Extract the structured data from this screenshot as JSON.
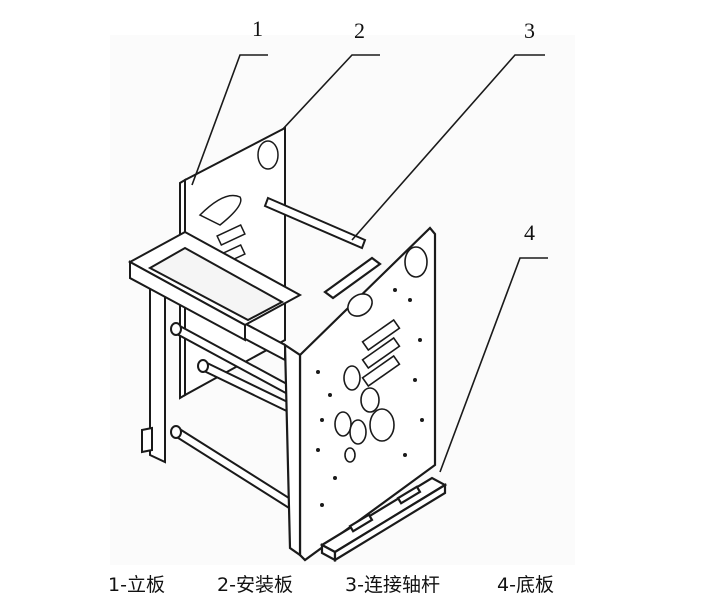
{
  "callouts": [
    {
      "number": "1"
    },
    {
      "number": "2"
    },
    {
      "number": "3"
    },
    {
      "number": "4"
    }
  ],
  "legend": [
    {
      "text": "1-立板"
    },
    {
      "text": "2-安装板"
    },
    {
      "text": "3-连接轴杆"
    },
    {
      "text": "4-底板"
    }
  ],
  "colors": {
    "line": "#1a1a1a",
    "background": "#ffffff",
    "shading": "#d9d9d9"
  }
}
